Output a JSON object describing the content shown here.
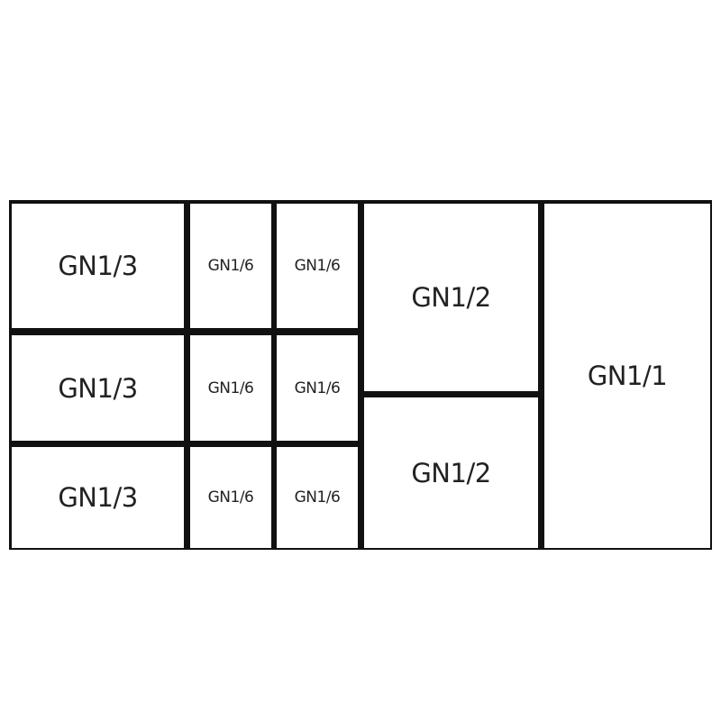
{
  "diagram": {
    "left_cells": [
      "GN1/3",
      "GN1/3",
      "GN1/3"
    ],
    "sixth_col1": [
      "GN1/6",
      "GN1/6",
      "GN1/6"
    ],
    "sixth_col2": [
      "GN1/6",
      "GN1/6",
      "GN1/6"
    ],
    "half_cells": [
      "GN1/2",
      "GN1/2"
    ],
    "full_cell": "GN1/1"
  }
}
